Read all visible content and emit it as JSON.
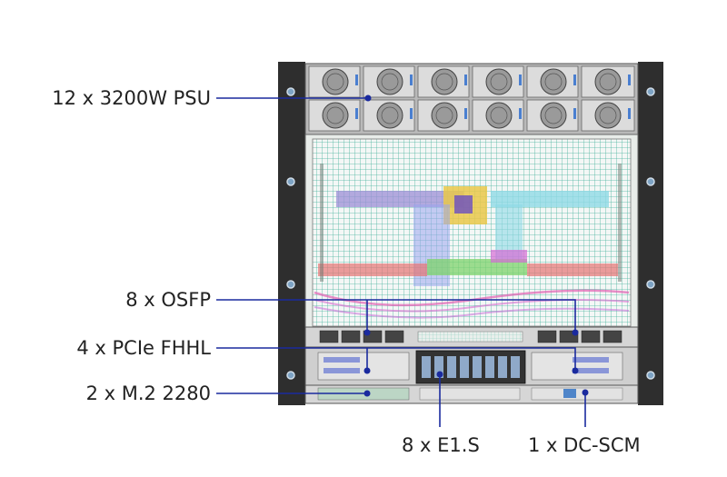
{
  "labels": {
    "psu": "12 x 3200W PSU",
    "osfp": "8 x OSFP",
    "pcie": "4 x PCIe FHHL",
    "m2": "2 x M.2 2280",
    "e1s": "8 x E1.S",
    "dcscm": "1 x DC-SCM"
  },
  "colors": {
    "callout": "#1a2a9e",
    "chassis": "#2b2b2b",
    "grid": "#3fae9b"
  }
}
